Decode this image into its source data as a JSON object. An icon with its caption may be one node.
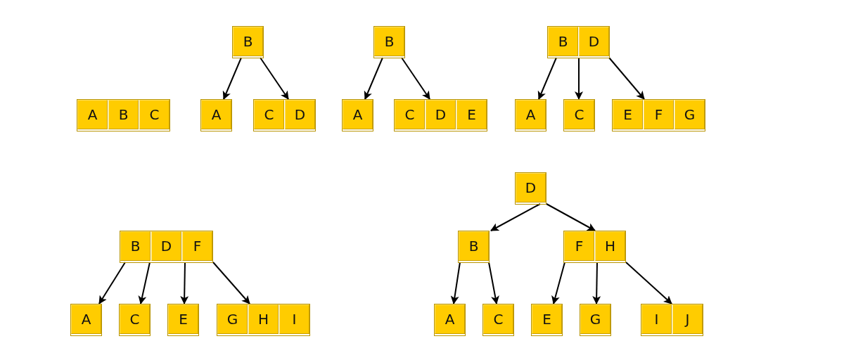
{
  "diagram": {
    "nodes": [
      {
        "text": [
          "A",
          "B",
          "C"
        ]
      },
      {
        "text": [
          "B"
        ]
      },
      {
        "text": [
          "A"
        ]
      },
      {
        "text": [
          "C",
          "D"
        ]
      },
      {
        "text": [
          "B"
        ]
      },
      {
        "text": [
          "A"
        ]
      },
      {
        "text": [
          "C",
          "D",
          "E"
        ]
      },
      {
        "text": [
          "B",
          "D"
        ]
      },
      {
        "text": [
          "A"
        ]
      },
      {
        "text": [
          "C"
        ]
      },
      {
        "text": [
          "E",
          "F",
          "G"
        ]
      },
      {
        "text": [
          "B",
          "D",
          "F"
        ]
      },
      {
        "text": [
          "A"
        ]
      },
      {
        "text": [
          "C"
        ]
      },
      {
        "text": [
          "E"
        ]
      },
      {
        "text": [
          "G",
          "H",
          "I"
        ]
      },
      {
        "text": [
          "D"
        ]
      },
      {
        "text": [
          "B"
        ]
      },
      {
        "text": [
          "F",
          "H"
        ]
      },
      {
        "text": [
          "A"
        ]
      },
      {
        "text": [
          "C"
        ]
      },
      {
        "text": [
          "E"
        ]
      },
      {
        "text": [
          "G"
        ]
      },
      {
        "text": [
          "I",
          "J"
        ]
      }
    ],
    "edges": [
      {
        "from": 1,
        "to": 2,
        "arrow": "to"
      },
      {
        "from": 1,
        "to": 3,
        "arrow": "to"
      },
      {
        "from": 4,
        "to": 5,
        "arrow": "to"
      },
      {
        "from": 4,
        "to": 6,
        "arrow": "to"
      },
      {
        "from": 7,
        "to": 8,
        "arrow": "to"
      },
      {
        "from": 7,
        "to": 9,
        "arrow": "to"
      },
      {
        "from": 7,
        "to": 10,
        "arrow": "to"
      },
      {
        "from": 11,
        "to": 12,
        "arrow": "to"
      },
      {
        "from": 11,
        "to": 13,
        "arrow": "to"
      },
      {
        "from": 11,
        "to": 14,
        "arrow": "to"
      },
      {
        "from": 11,
        "to": 15,
        "arrow": "to"
      },
      {
        "from": 16,
        "to": 17,
        "arrow": "to"
      },
      {
        "from": 16,
        "to": 18,
        "arrow": "to"
      },
      {
        "from": 17,
        "to": 19,
        "arrow": "to"
      },
      {
        "from": 17,
        "to": 20,
        "arrow": "to"
      },
      {
        "from": 18,
        "to": 21,
        "arrow": "to"
      },
      {
        "from": 18,
        "to": 22,
        "arrow": "to"
      },
      {
        "from": 18,
        "to": 23,
        "arrow": "to"
      }
    ]
  }
}
